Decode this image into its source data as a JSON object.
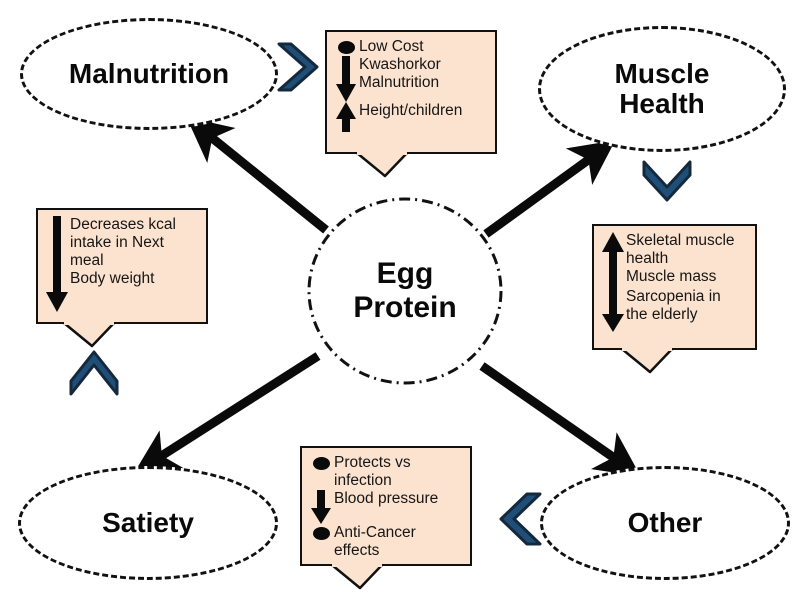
{
  "diagram": {
    "title": "Egg Protein effects diagram",
    "center": {
      "name": "egg-protein",
      "label": "Egg\nProtein",
      "border_style": "dash-dot"
    },
    "nodes": [
      {
        "id": "malnutrition",
        "label": "Malnutrition",
        "position": "top-left"
      },
      {
        "id": "muscle-health",
        "label": "Muscle\nHealth",
        "position": "top-right"
      },
      {
        "id": "satiety",
        "label": "Satiety",
        "position": "bottom-left"
      },
      {
        "id": "other",
        "label": "Other",
        "position": "bottom-right"
      }
    ],
    "callouts": [
      {
        "id": "malnutrition-callout",
        "position": "top-center",
        "rows": [
          {
            "glyph": "bullet",
            "text": "Low Cost"
          },
          {
            "glyph": "arrow-down",
            "text": "Kwashorkor\nMalnutrition"
          },
          {
            "glyph": "arrow-up",
            "text": "Height/children"
          }
        ]
      },
      {
        "id": "satiety-callout",
        "position": "left",
        "rows": [
          {
            "glyph": "arrow-down",
            "text": "Decreases kcal\nintake in Next\nmeal\nBody weight"
          }
        ]
      },
      {
        "id": "muscle-callout",
        "position": "right",
        "rows": [
          {
            "glyph": "arrow-up",
            "text": "Skeletal muscle\nhealth\nMuscle mass"
          },
          {
            "glyph": "arrow-down",
            "text": "Sarcopenia in\nthe elderly"
          }
        ]
      },
      {
        "id": "other-callout",
        "position": "bottom-center",
        "rows": [
          {
            "glyph": "bullet",
            "text": "Protects vs\ninfection"
          },
          {
            "glyph": "arrow-down",
            "text": "Blood pressure"
          },
          {
            "glyph": "bullet",
            "text": "Anti-Cancer\neffects"
          }
        ]
      }
    ],
    "connectors": [
      {
        "id": "arrow-center-to-malnutrition",
        "from": "egg-protein",
        "to": "malnutrition",
        "style": "solid-black"
      },
      {
        "id": "arrow-center-to-muscle",
        "from": "egg-protein",
        "to": "muscle-health",
        "style": "solid-black"
      },
      {
        "id": "arrow-center-to-satiety",
        "from": "egg-protein",
        "to": "satiety",
        "style": "solid-black"
      },
      {
        "id": "arrow-center-to-other",
        "from": "egg-protein",
        "to": "other",
        "style": "solid-black"
      }
    ],
    "chevrons": [
      {
        "id": "chevron-malnutrition",
        "direction": "left",
        "links": "malnutrition-callout -> malnutrition"
      },
      {
        "id": "chevron-muscle",
        "direction": "down",
        "links": "muscle-health -> muscle-callout"
      },
      {
        "id": "chevron-satiety",
        "direction": "up",
        "links": "satiety-callout -> satiety"
      },
      {
        "id": "chevron-other",
        "direction": "left",
        "links": "other -> other-callout"
      }
    ],
    "colors": {
      "callout_fill": "#FBE3CF",
      "callout_border": "#111111",
      "chevron_fill": "#1F4E79",
      "chevron_stroke": "#15293D",
      "arrow": "#0A0A0A",
      "node_border": "#111111",
      "background": "#FFFFFF"
    }
  }
}
